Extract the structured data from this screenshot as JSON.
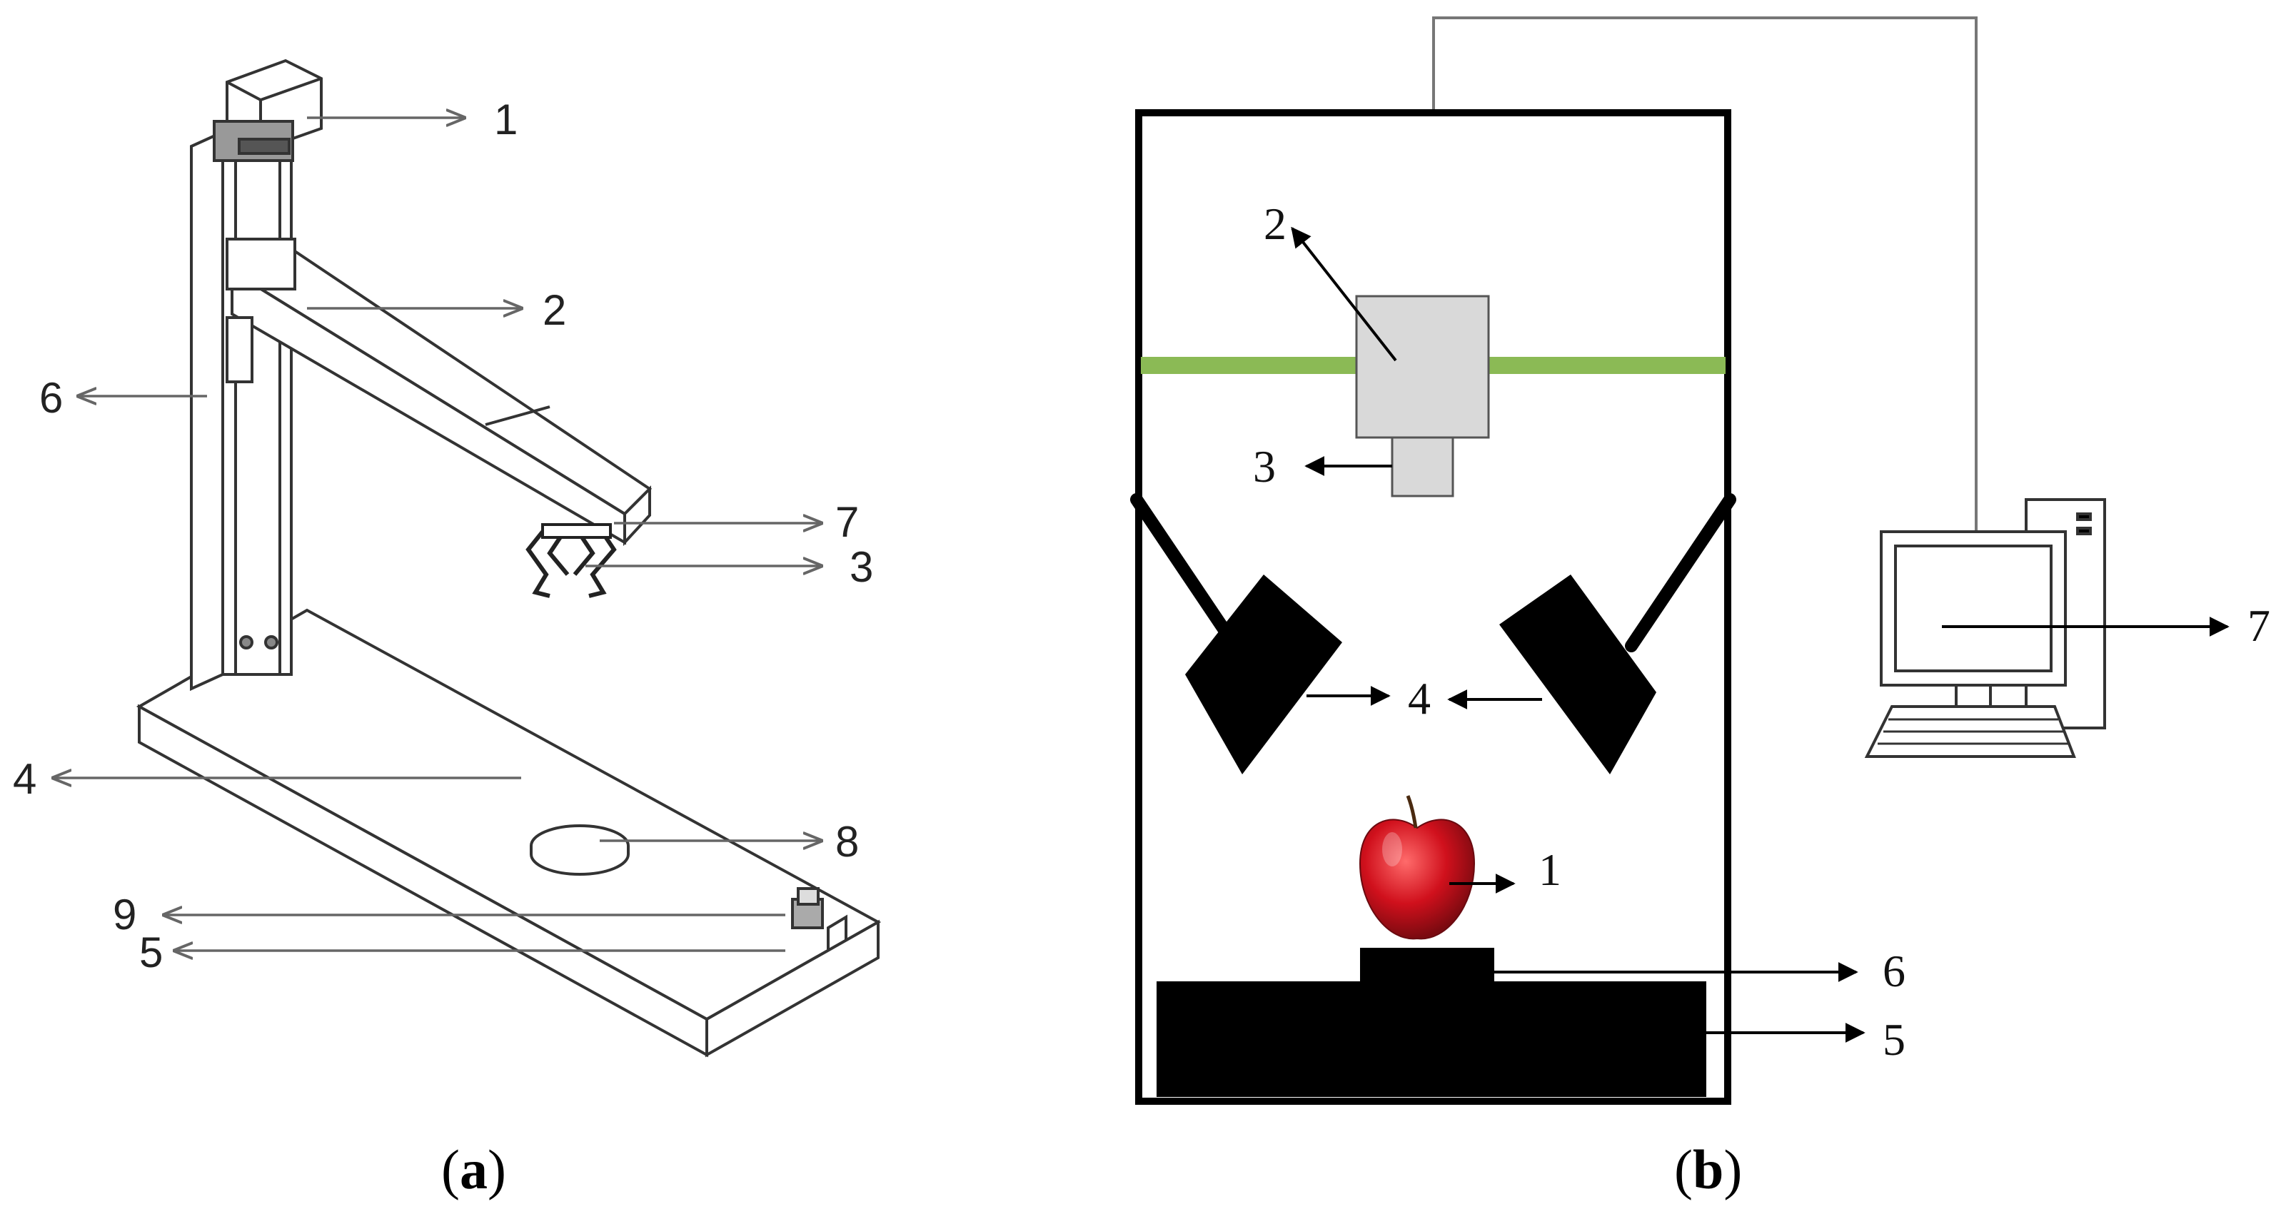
{
  "panel_a": {
    "caption_open": "(",
    "caption_letter": "a",
    "caption_close": ")",
    "labels": [
      "1",
      "2",
      "6",
      "7",
      "3",
      "4",
      "8",
      "9",
      "5"
    ]
  },
  "panel_b": {
    "caption_open": "(",
    "caption_letter": "b",
    "caption_close": ")",
    "labels": [
      "2",
      "3",
      "4",
      "1",
      "6",
      "5",
      "7"
    ]
  },
  "colors": {
    "rail_green": "#8bba55",
    "camera_gray": "#d9d9d9",
    "apple_red": "#c8101e",
    "black": "#000000"
  }
}
